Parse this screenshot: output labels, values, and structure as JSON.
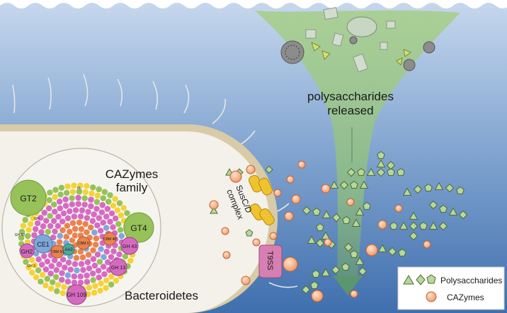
{
  "labels": {
    "released_line1": "polysaccharides",
    "released_line2": "released",
    "cazymes_line1": "CAZymes",
    "cazymes_line2": "family",
    "bacteroidetes": "Bacteroidetes",
    "sus_line1": "SusC/D",
    "sus_line2": "complex",
    "t9ss": "T9SS"
  },
  "family_labels": {
    "gt2": "GT2",
    "gt4": "GT4",
    "gh43": "GH 43",
    "gh13": "GH 13",
    "gh109": "GH 109",
    "ce1": "CE1",
    "gh2": "GH2",
    "cbm50": "CBM 50",
    "cbm6": "CBM 6",
    "cbm48": "CBM 48",
    "aa3": "AA3",
    "gh92": "GH 92",
    "gh3": "GH 3",
    "pl": "PL",
    "gh_small": "GH"
  },
  "legend": {
    "polysaccharides": "Polysaccharides",
    "cazymes": "CAZymes"
  },
  "colors": {
    "sea_top": "#c9d9ec",
    "sea_bottom": "#4a78b6",
    "cell_fill": "#f3f1ea",
    "cell_wall": "#d8cba7",
    "plume": "#8fbf7a",
    "poly": "#b9d79a",
    "poly_edge": "#4c6b34",
    "cazyme": "#f6b183",
    "cazyme_edge": "#c8613a",
    "gh": "#d56bc0",
    "cbm": "#e8834f",
    "gt": "#97c25a",
    "ce": "#7fa7d9",
    "pl": "#f3d23b",
    "t9ss": "#d77fb2",
    "sus": "#f0c22e"
  }
}
